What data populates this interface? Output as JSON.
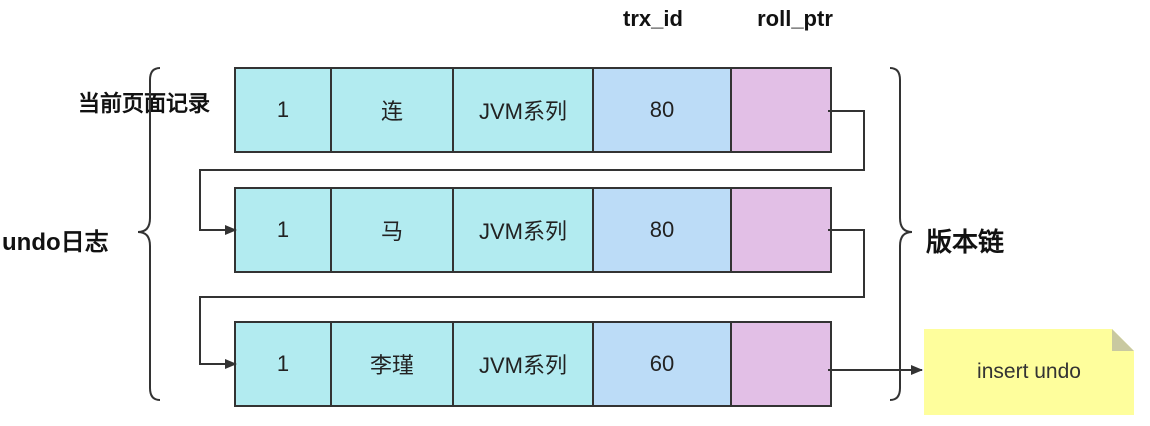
{
  "headers": {
    "trx_id": "trx_id",
    "roll_ptr": "roll_ptr"
  },
  "labels": {
    "current_record": "当前页面记录",
    "undo_log": "undo日志",
    "version_chain": "版本链"
  },
  "rows": [
    {
      "id": "1",
      "name": "连",
      "content": "JVM系列",
      "trx_id": "80",
      "roll_ptr": ""
    },
    {
      "id": "1",
      "name": "马",
      "content": "JVM系列",
      "trx_id": "80",
      "roll_ptr": ""
    },
    {
      "id": "1",
      "name": "李瑾",
      "content": "JVM系列",
      "trx_id": "60",
      "roll_ptr": ""
    }
  ],
  "note": {
    "text": "insert undo"
  },
  "colors": {
    "cell_cyan": "#b2ebf0",
    "cell_blue": "#bcdcf7",
    "cell_purple": "#e2bfe6",
    "note_yellow": "#fefe9c",
    "line": "#333333"
  }
}
